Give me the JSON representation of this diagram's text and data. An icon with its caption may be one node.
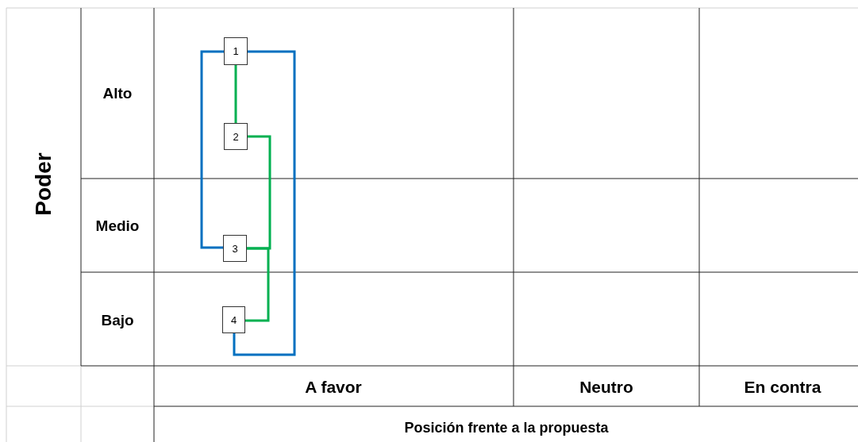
{
  "diagram": {
    "nodes": [
      {
        "text": [
          "1"
        ]
      },
      {
        "text": [
          "2"
        ]
      },
      {
        "text": [
          "3"
        ]
      },
      {
        "text": [
          "4"
        ]
      }
    ],
    "edges": [
      {
        "from": 0,
        "to": 1,
        "arrow": "none",
        "color": "#00b050"
      },
      {
        "from": 1,
        "to": 2,
        "arrow": "none",
        "color": "#00b050"
      },
      {
        "from": 2,
        "to": 3,
        "arrow": "none",
        "color": "#00b050"
      },
      {
        "from": 0,
        "to": 2,
        "arrow": "none",
        "color": "#0070c0"
      },
      {
        "from": 0,
        "to": 3,
        "arrow": "none",
        "color": "#0070c0"
      }
    ],
    "labels": [
      "Poder",
      "Alto",
      "Medio",
      "Bajo",
      "A favor",
      "Neutro",
      "En contra",
      "Posición frente a la propuesta"
    ]
  }
}
